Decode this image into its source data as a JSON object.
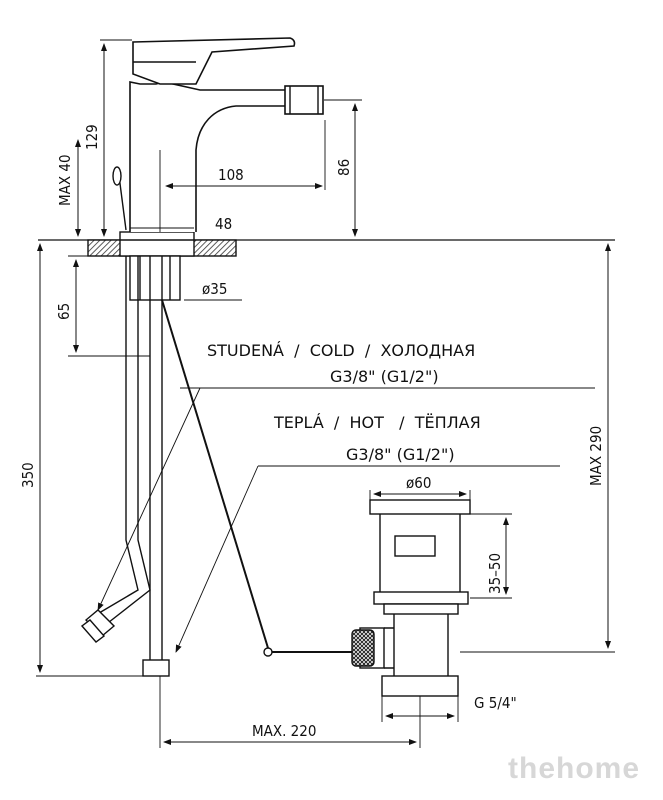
{
  "dimensions": {
    "max40": "MAX 40",
    "d129": "129",
    "d108": "108",
    "d86": "86",
    "d48": "48",
    "d65": "65",
    "dia35": "ø35",
    "d350": "350",
    "max290": "MAX 290",
    "dia60": "ø60",
    "d35_50": "35–50",
    "g54": "G 5/4\"",
    "max220": "MAX. 220"
  },
  "labels": {
    "cold": "STUDENÁ  /  COLD  /  ХОЛОДНАЯ",
    "cold_thread": "G3/8\" (G1/2\")",
    "hot": "TEPLÁ  /  HOT   /  ТЁПЛАЯ",
    "hot_thread": "G3/8\" (G1/2\")"
  },
  "watermark": "thehome",
  "colors": {
    "line": "#111111",
    "hatch": "#555555",
    "watermark": "#d7d7d7"
  }
}
